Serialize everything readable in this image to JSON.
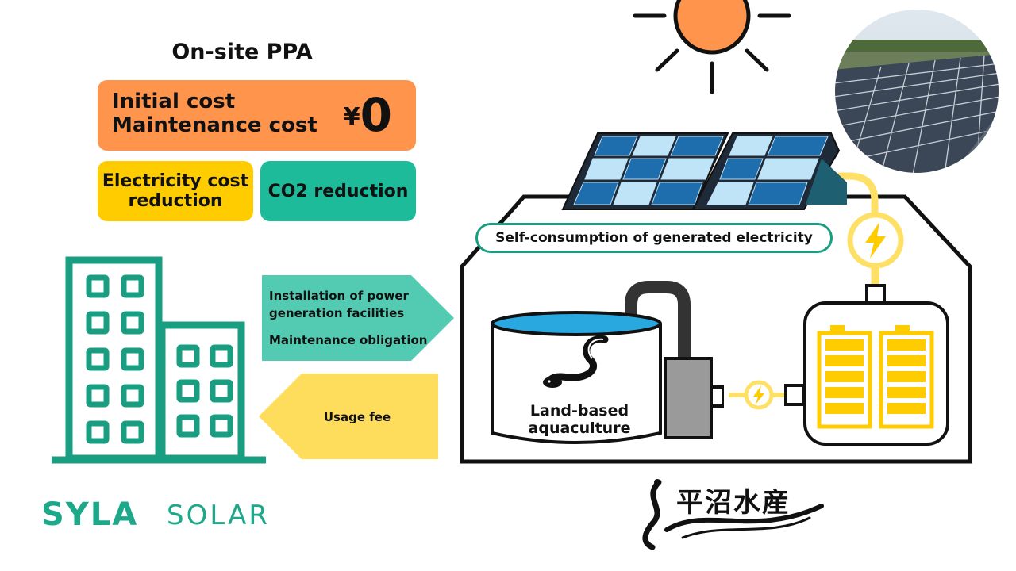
{
  "title": "On-site PPA",
  "cost_box": {
    "line1": "Initial cost",
    "line2": "Maintenance cost",
    "yen_symbol": "¥",
    "amount": "0",
    "color": "#FF944D"
  },
  "benefit_left": {
    "line1": "Electricity cost",
    "line2": "reduction",
    "color": "#FFCC00"
  },
  "benefit_right": {
    "label": "CO2 reduction",
    "color": "#1DBB9A"
  },
  "arrow_right": {
    "line1": "Installation of power",
    "line2": "generation facilities",
    "line3": "Maintenance obligation",
    "color": "#52CBB2"
  },
  "arrow_left": {
    "label": "Usage fee",
    "color": "#FFDD5C"
  },
  "brand": {
    "bold": "SYLA",
    "light": "SOLAR",
    "color": "#1DA889"
  },
  "facility": {
    "self_consumption": "Self-consumption of generated electricity",
    "aquaculture_line1": "Land-based",
    "aquaculture_line2": "aquaculture",
    "accent": "#1A9E82"
  },
  "partner_logo": "平沼水産",
  "colors": {
    "building": "#1A9E82",
    "panel_dark": "#1E6EAE",
    "panel_light": "#BFE3F7",
    "sun": "#FF944D",
    "battery": "#FFCC00",
    "power_line": "#FFE066"
  },
  "icons": [
    "sun-icon",
    "solar-panel-icon",
    "lightning-icon",
    "battery-icon",
    "eel-icon",
    "building-icon"
  ]
}
